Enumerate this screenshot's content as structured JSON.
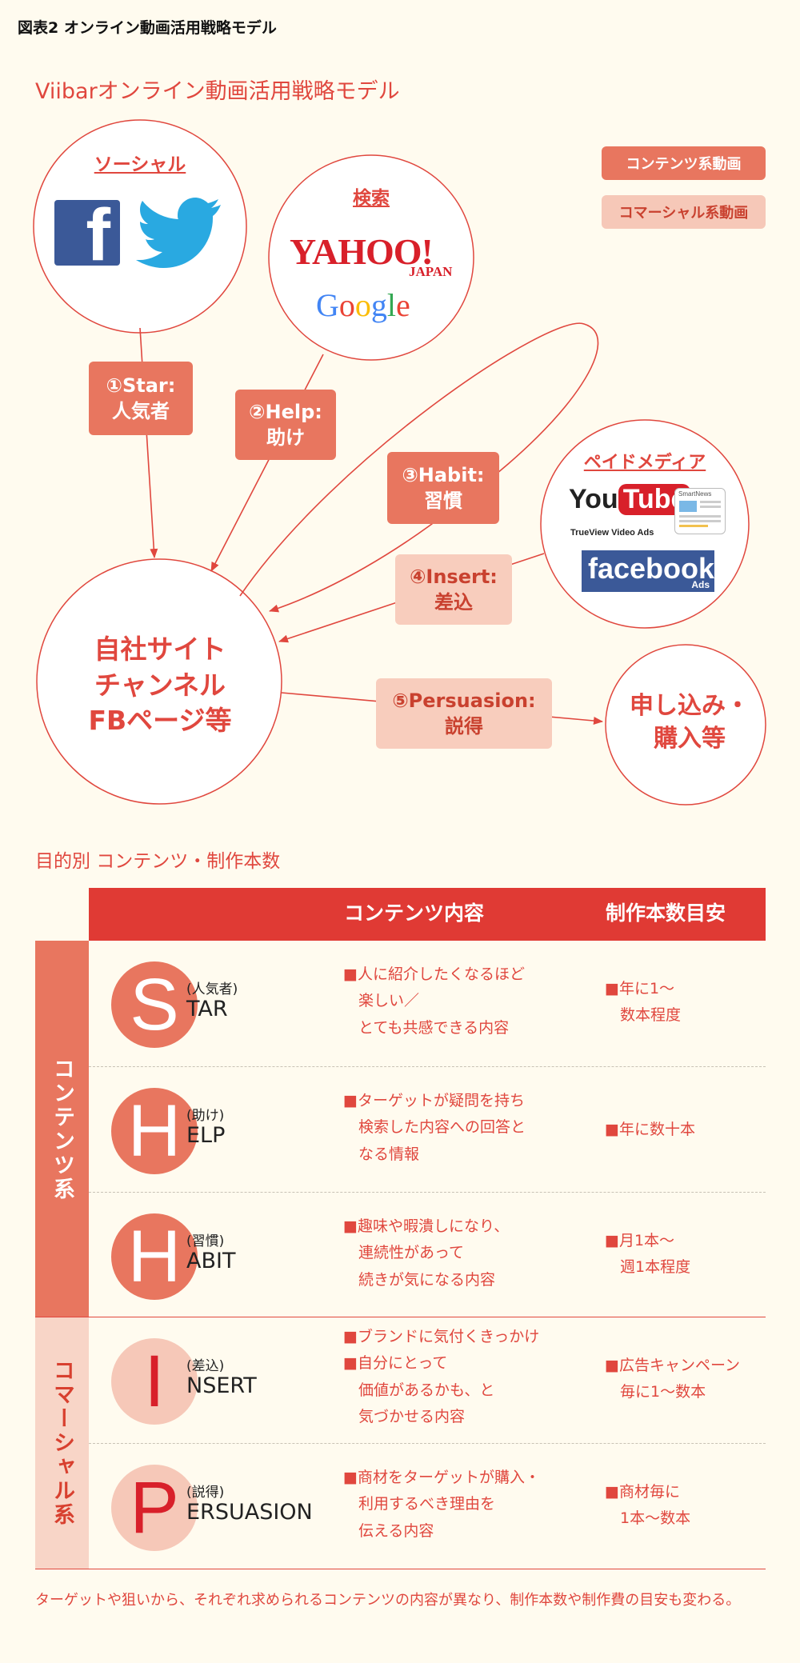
{
  "figure_title": "図表2 オンライン動画活用戦略モデル",
  "model_title": "Viibarオンライン動画活用戦略モデル",
  "legend": {
    "content": "コンテンツ系動画",
    "commercial": "コマーシャル系動画"
  },
  "nodes": {
    "social": {
      "title": "ソーシャル"
    },
    "search": {
      "title": "検索",
      "yahoo": "YAHOO!",
      "yahoo_japan": "JAPAN",
      "google": "Google"
    },
    "paid": {
      "title": "ペイドメディア",
      "youtube_you": "You",
      "youtube_tube": "Tube",
      "youtube_sub": "TrueView Video Ads",
      "smartnews": "SmartNews",
      "facebook": "facebook",
      "facebook_ads": "Ads"
    },
    "own_site": {
      "line1": "自社サイト",
      "line2": "チャンネル",
      "line3": "FBページ等"
    },
    "conversion": {
      "line1": "申し込み・",
      "line2": "購入等"
    }
  },
  "arrow_labels": {
    "star": {
      "line1": "①Star:",
      "line2": "人気者"
    },
    "help": {
      "line1": "②Help:",
      "line2": "助け"
    },
    "habit": {
      "line1": "③Habit:",
      "line2": "習慣"
    },
    "insert": {
      "line1": "④Insert:",
      "line2": "差込"
    },
    "persuasion": {
      "line1": "⑤Persuasion:",
      "line2": "説得"
    }
  },
  "table": {
    "title": "目的別 コンテンツ・制作本数",
    "header_content": "コンテンツ内容",
    "header_count": "制作本数目安",
    "category_content": "コンテンツ系",
    "category_commercial": "コマーシャル系",
    "rows": [
      {
        "letter": "S",
        "jp": "(人気者)",
        "rest": "TAR",
        "content": "■人に紹介したくなるほど\n　楽しい／\n　とても共感できる内容",
        "count": "■年に1〜\n　数本程度"
      },
      {
        "letter": "H",
        "jp": "(助け)",
        "rest": "ELP",
        "content": "■ターゲットが疑問を持ち\n　検索した内容への回答と\n　なる情報",
        "count": "■年に数十本"
      },
      {
        "letter": "H",
        "jp": "(習慣)",
        "rest": "ABIT",
        "content": "■趣味や暇潰しになり、\n　連続性があって\n　続きが気になる内容",
        "count": "■月1本〜\n　週1本程度"
      },
      {
        "letter": "I",
        "jp": "(差込)",
        "rest": "NSERT",
        "content": "■ブランドに気付くきっかけ\n■自分にとって\n　価値があるかも、と\n　気づかせる内容",
        "count": "■広告キャンペーン\n　毎に1〜数本"
      },
      {
        "letter": "P",
        "jp": "(説得)",
        "rest": "ERSUASION",
        "content": "■商材をターゲットが購入・\n　利用するべき理由を\n　伝える内容",
        "count": "■商材毎に\n　1本〜数本"
      }
    ]
  },
  "footnote": "ターゲットや狙いから、それぞれ求められるコンテンツの内容が異なり、制作本数や制作費の目安も変わる。",
  "colors": {
    "accent": "#e0473e",
    "content": "#e8765f",
    "commercial": "#f8cdbd",
    "background": "#fffbef"
  }
}
